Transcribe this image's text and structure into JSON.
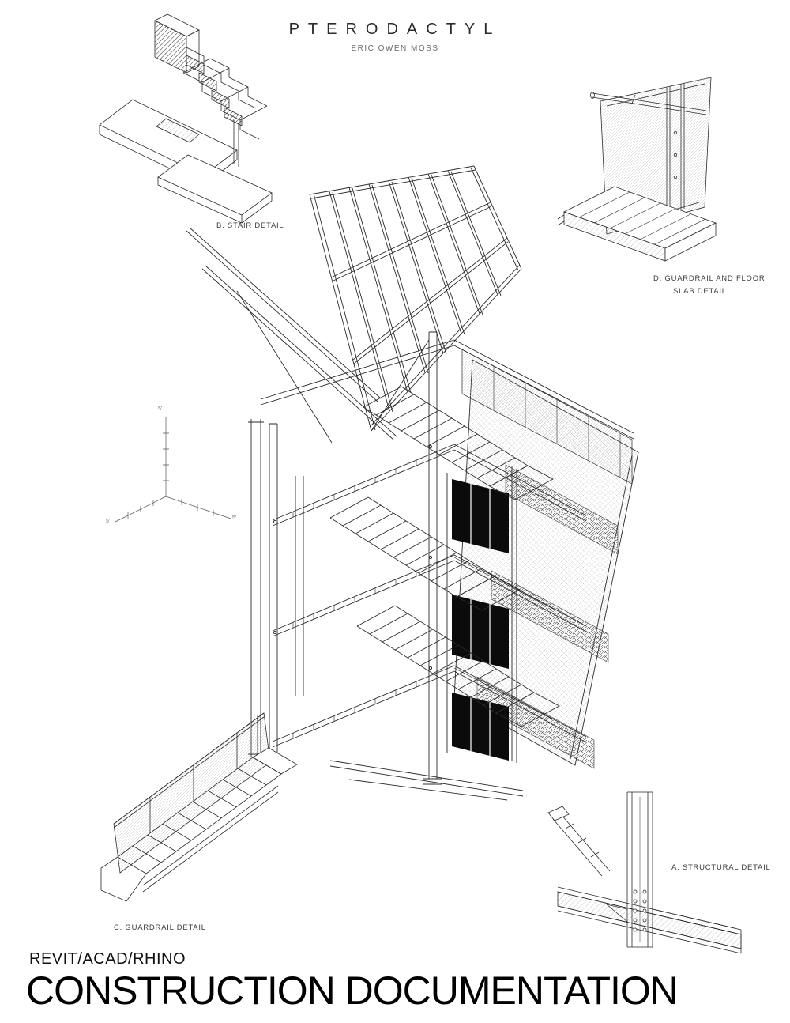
{
  "page": {
    "title": "PTERODACTYL",
    "subtitle": "ERIC OWEN MOSS",
    "footer_software": "REVIT/ACAD/RHINO",
    "footer_title": "CONSTRUCTION DOCUMENTATION"
  },
  "details": {
    "stair": {
      "label": "B. STAIR DETAIL"
    },
    "guardrail_floor": {
      "label_line1": "D. GUARDRAIL AND FLOOR",
      "label_line2": "SLAB DETAIL"
    },
    "guardrail": {
      "label": "C. GUARDRAIL DETAIL"
    },
    "structural": {
      "label": "A. STRUCTURAL DETAIL"
    }
  },
  "scale_axis": {
    "labels": [
      "5'",
      "5'",
      "5'"
    ]
  },
  "colors": {
    "ink": "#2a2a2a",
    "paper": "#ffffff",
    "void": "#0b0b0b"
  }
}
